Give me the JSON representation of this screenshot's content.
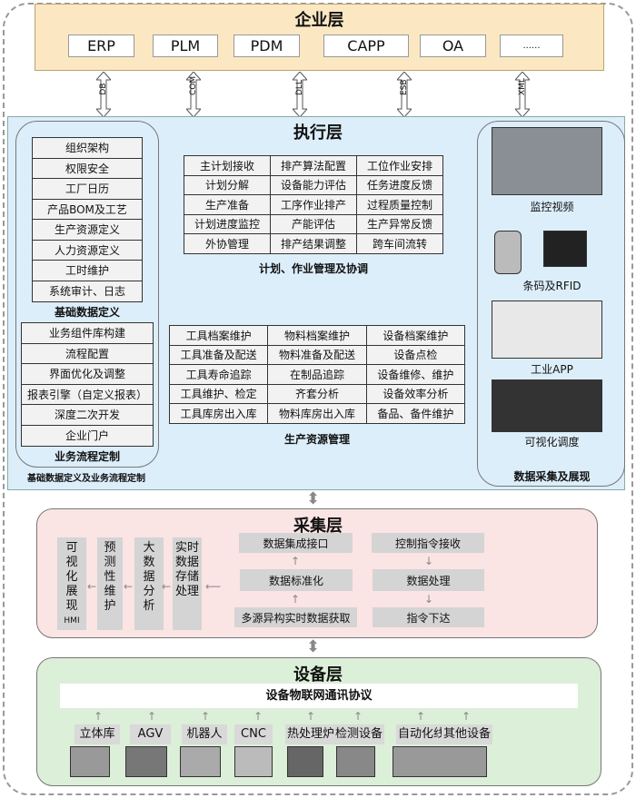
{
  "enterprise": {
    "title": "企业层",
    "systems": [
      "ERP",
      "PLM",
      "PDM",
      "CAPP",
      "OA",
      "......"
    ]
  },
  "interfaces": [
    "DB",
    "COM",
    "DLL",
    "ESB",
    "XML"
  ],
  "execution": {
    "title": "执行层",
    "basic_data": {
      "items": [
        "组织架构",
        "权限安全",
        "工厂日历",
        "产品BOM及工艺",
        "生产资源定义",
        "人力资源定义",
        "工时维护",
        "系统审计、日志"
      ],
      "label": "基础数据定义"
    },
    "business_flow": {
      "items": [
        "业务组件库构建",
        "流程配置",
        "界面优化及调整",
        "报表引擎（自定义报表）",
        "深度二次开发",
        "企业门户"
      ],
      "label": "业务流程定制"
    },
    "left_label": "基础数据定义及业务流程定制",
    "planning": {
      "rows": [
        [
          "主计划接收",
          "排产算法配置",
          "工位作业安排"
        ],
        [
          "计划分解",
          "设备能力评估",
          "任务进度反馈"
        ],
        [
          "生产准备",
          "工序作业排产",
          "过程质量控制"
        ],
        [
          "计划进度监控",
          "产能评估",
          "生产异常反馈"
        ],
        [
          "外协管理",
          "排产结果调整",
          "跨车间流转"
        ]
      ],
      "label": "计划、作业管理及协调"
    },
    "resources": {
      "rows": [
        [
          "工具档案维护",
          "物料档案维护",
          "设备档案维护"
        ],
        [
          "工具准备及配送",
          "物料准备及配送",
          "设备点检"
        ],
        [
          "工具寿命追踪",
          "在制品追踪",
          "设备维修、维护"
        ],
        [
          "工具维护、检定",
          "齐套分析",
          "设备效率分析"
        ],
        [
          "工具库房出入库",
          "物料库房出入库",
          "备品、备件维护"
        ]
      ],
      "label": "生产资源管理"
    },
    "data_panel": {
      "items": [
        "监控视频",
        "条码及RFID",
        "工业APP",
        "可视化调度"
      ],
      "label": "数据采集及展现"
    }
  },
  "gather": {
    "title": "采集层",
    "vertical": [
      "可视化展现",
      "预测性维护",
      "大数据分析",
      "实时数据存储处理"
    ],
    "hmi": "HMI",
    "middle": [
      "数据集成接口",
      "数据标准化",
      "多源异构实时数据获取"
    ],
    "right": [
      "控制指令接收",
      "数据处理",
      "指令下达"
    ]
  },
  "device": {
    "title": "设备层",
    "protocol": "设备物联网通讯协议",
    "devices": [
      "立体库",
      "AGV",
      "机器人",
      "CNC",
      "热处理炉",
      "检测设备",
      "自动化线",
      "其他设备"
    ]
  },
  "colors": {
    "enterprise": "#fbe8c2",
    "execution": "#dceefa",
    "gather": "#fbe4e4",
    "device": "#dcefd8"
  }
}
